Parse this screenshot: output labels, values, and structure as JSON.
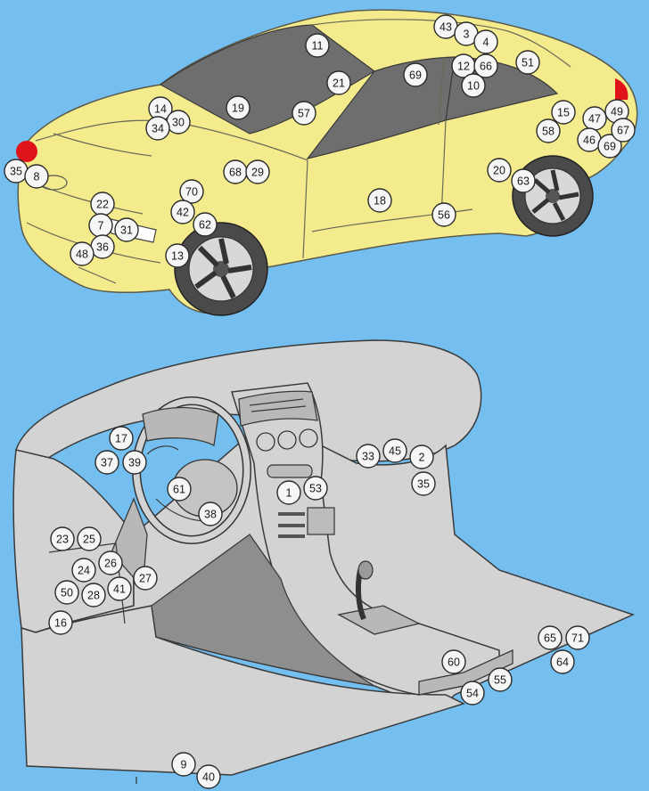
{
  "car_badges": [
    {
      "id": "badge-11",
      "label": "11"
    },
    {
      "id": "badge-43",
      "label": "43"
    },
    {
      "id": "badge-3",
      "label": "3"
    },
    {
      "id": "badge-4",
      "label": "4"
    },
    {
      "id": "badge-69-roof",
      "label": "69"
    },
    {
      "id": "badge-12",
      "label": "12"
    },
    {
      "id": "badge-66",
      "label": "66"
    },
    {
      "id": "badge-51",
      "label": "51"
    },
    {
      "id": "badge-10",
      "label": "10"
    },
    {
      "id": "badge-21",
      "label": "21"
    },
    {
      "id": "badge-19",
      "label": "19"
    },
    {
      "id": "badge-57",
      "label": "57"
    },
    {
      "id": "badge-14",
      "label": "14"
    },
    {
      "id": "badge-30",
      "label": "30"
    },
    {
      "id": "badge-34",
      "label": "34"
    },
    {
      "id": "badge-15",
      "label": "15"
    },
    {
      "id": "badge-47",
      "label": "47"
    },
    {
      "id": "badge-49",
      "label": "49"
    },
    {
      "id": "badge-58",
      "label": "58"
    },
    {
      "id": "badge-46",
      "label": "46"
    },
    {
      "id": "badge-69-rear",
      "label": "69"
    },
    {
      "id": "badge-67",
      "label": "67"
    },
    {
      "id": "badge-35",
      "label": "35"
    },
    {
      "id": "badge-8",
      "label": "8"
    },
    {
      "id": "badge-68",
      "label": "68"
    },
    {
      "id": "badge-29",
      "label": "29"
    },
    {
      "id": "badge-20",
      "label": "20"
    },
    {
      "id": "badge-63",
      "label": "63"
    },
    {
      "id": "badge-70",
      "label": "70"
    },
    {
      "id": "badge-22",
      "label": "22"
    },
    {
      "id": "badge-18",
      "label": "18"
    },
    {
      "id": "badge-42",
      "label": "42"
    },
    {
      "id": "badge-7",
      "label": "7"
    },
    {
      "id": "badge-31",
      "label": "31"
    },
    {
      "id": "badge-62",
      "label": "62"
    },
    {
      "id": "badge-56",
      "label": "56"
    },
    {
      "id": "badge-36-front",
      "label": "36"
    },
    {
      "id": "badge-48",
      "label": "48"
    },
    {
      "id": "badge-13",
      "label": "13"
    }
  ],
  "dash_badges": [
    {
      "id": "badge-17",
      "label": "17"
    },
    {
      "id": "badge-37",
      "label": "37"
    },
    {
      "id": "badge-39",
      "label": "39"
    },
    {
      "id": "badge-33",
      "label": "33"
    },
    {
      "id": "badge-45",
      "label": "45"
    },
    {
      "id": "badge-2",
      "label": "2"
    },
    {
      "id": "badge-35-dash",
      "label": "35"
    },
    {
      "id": "badge-61",
      "label": "61"
    },
    {
      "id": "badge-1",
      "label": "1"
    },
    {
      "id": "badge-53",
      "label": "53"
    },
    {
      "id": "badge-38",
      "label": "38"
    },
    {
      "id": "badge-23",
      "label": "23"
    },
    {
      "id": "badge-25",
      "label": "25"
    },
    {
      "id": "badge-24",
      "label": "24"
    },
    {
      "id": "badge-26",
      "label": "26"
    },
    {
      "id": "badge-27",
      "label": "27"
    },
    {
      "id": "badge-50",
      "label": "50"
    },
    {
      "id": "badge-28",
      "label": "28"
    },
    {
      "id": "badge-41",
      "label": "41"
    },
    {
      "id": "badge-16",
      "label": "16"
    },
    {
      "id": "badge-65",
      "label": "65"
    },
    {
      "id": "badge-71",
      "label": "71"
    },
    {
      "id": "badge-64",
      "label": "64"
    },
    {
      "id": "badge-60",
      "label": "60"
    },
    {
      "id": "badge-55",
      "label": "55"
    },
    {
      "id": "badge-54",
      "label": "54"
    },
    {
      "id": "badge-9",
      "label": "9"
    },
    {
      "id": "badge-40",
      "label": "40"
    }
  ],
  "colors": {
    "background": "#74bff0",
    "car": "#f4eb8c",
    "interior": "#d3d3d3",
    "marker": "#e0121a"
  }
}
